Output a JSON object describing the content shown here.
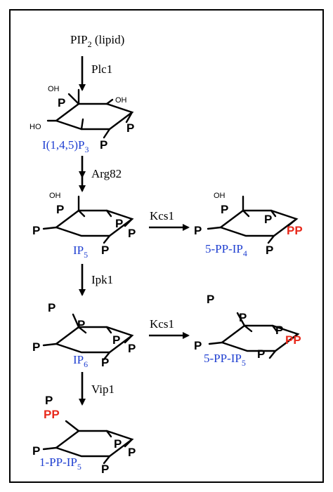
{
  "title": {
    "main": "PIP",
    "sub": "2",
    "tail": " (lipid)"
  },
  "enzymes": {
    "plc1": "Plc1",
    "arg82": "Arg82",
    "kcs1_top": "Kcs1",
    "ipk1": "Ipk1",
    "kcs1_bottom": "Kcs1",
    "vip1": "Vip1"
  },
  "compounds": {
    "ip3": {
      "main": "I(1,4,5)P",
      "sub": "3"
    },
    "ip5": {
      "main": "IP",
      "sub": "5"
    },
    "pp_ip4": {
      "main": "5-PP-IP",
      "sub": "4"
    },
    "ip6": {
      "main": "IP",
      "sub": "6"
    },
    "pp_ip5_right": {
      "main": "5-PP-IP",
      "sub": "5"
    },
    "pp_ip5_bottom": {
      "main": "1-PP-IP",
      "sub": "5"
    }
  },
  "atoms": {
    "p": "P",
    "pp": "PP",
    "oh": "OH",
    "ho": "HO"
  },
  "colors": {
    "name": "#1f3fd1",
    "pp": "#e8291b",
    "frame": "#000000"
  }
}
